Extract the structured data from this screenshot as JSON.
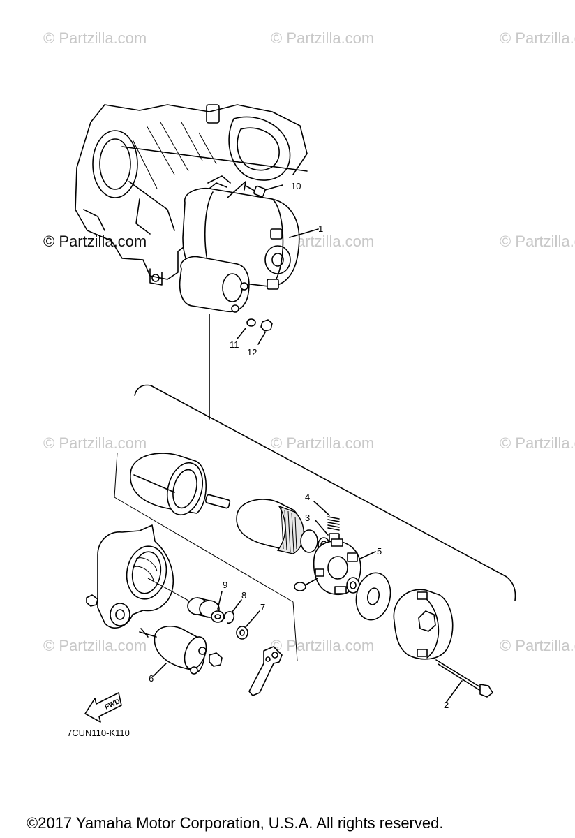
{
  "watermark": "© Partzilla.com",
  "diagram_code": "7CUN110-K110",
  "fwd_label": "FWD",
  "copyright": "©2017  Yamaha Motor Corporation, U.S.A. All rights reserved.",
  "callouts": {
    "c1": "1",
    "c2": "2",
    "c3": "3",
    "c4": "4",
    "c5": "5",
    "c6": "6",
    "c7": "7",
    "c8": "8",
    "c9": "9",
    "c10": "10",
    "c11": "11",
    "c12": "12"
  }
}
